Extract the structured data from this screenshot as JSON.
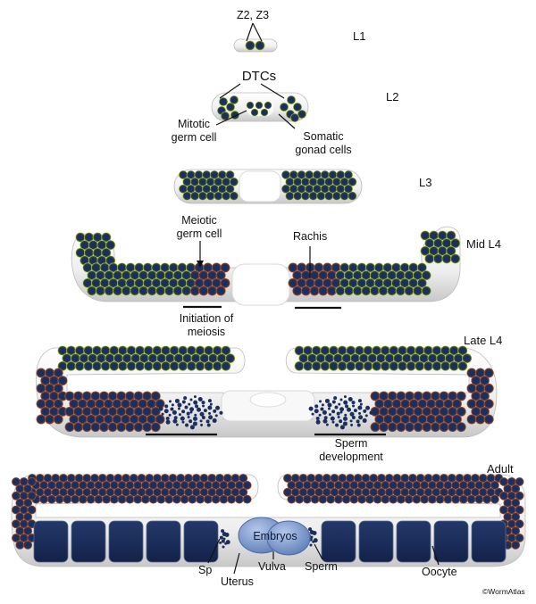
{
  "stages": {
    "l1": "L1",
    "l2": "L2",
    "l3": "L3",
    "mid_l4": "Mid L4",
    "late_l4": "Late L4",
    "adult": "Adult"
  },
  "labels": {
    "z2_z3": "Z2, Z3",
    "dtcs": "DTCs",
    "mitotic": "Mitotic\ngerm cell",
    "somatic": "Somatic\ngonad cells",
    "meiotic": "Meiotic\ngerm cell",
    "rachis": "Rachis",
    "initiation": "Initiation of\nmeiosis",
    "sperm_dev": "Sperm\ndevelopment",
    "embryos": "Embryos",
    "sp": "Sp",
    "uterus": "Uterus",
    "vulva": "Vulva",
    "sperm": "Sperm",
    "oocyte": "Oocyte"
  },
  "credit": "©WormAtlas",
  "colors": {
    "nucleus": "#1c2f5c",
    "mitotic_rim": "#d8e63a",
    "meiotic_rim": "#d86a1e",
    "tube": "#f2f2f2",
    "embryo": "#7f9fd2"
  }
}
